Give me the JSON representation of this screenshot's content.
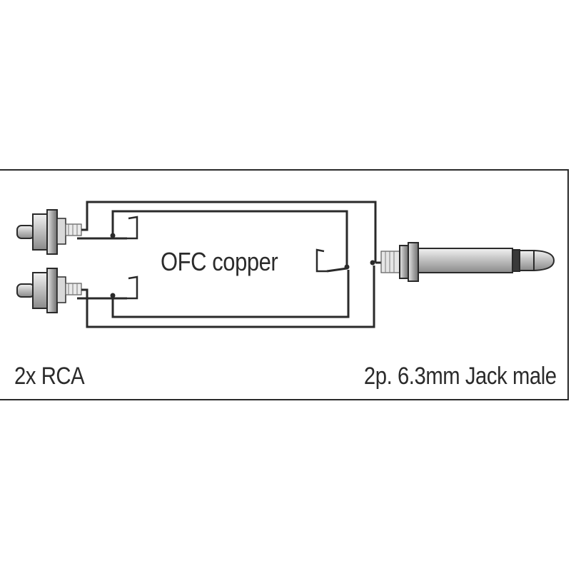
{
  "diagram": {
    "cable_label": "OFC copper",
    "left_connector_label": "2x RCA",
    "right_connector_label": "2p. 6.3mm Jack male"
  },
  "icons": {
    "rca_plug": "rca-plug-icon",
    "jack_plug": "jack-plug-icon"
  },
  "colors": {
    "line": "#2a2a2a",
    "text": "#2b2b2b",
    "connector_fill": "#d9d9d9",
    "background": "#ffffff"
  }
}
